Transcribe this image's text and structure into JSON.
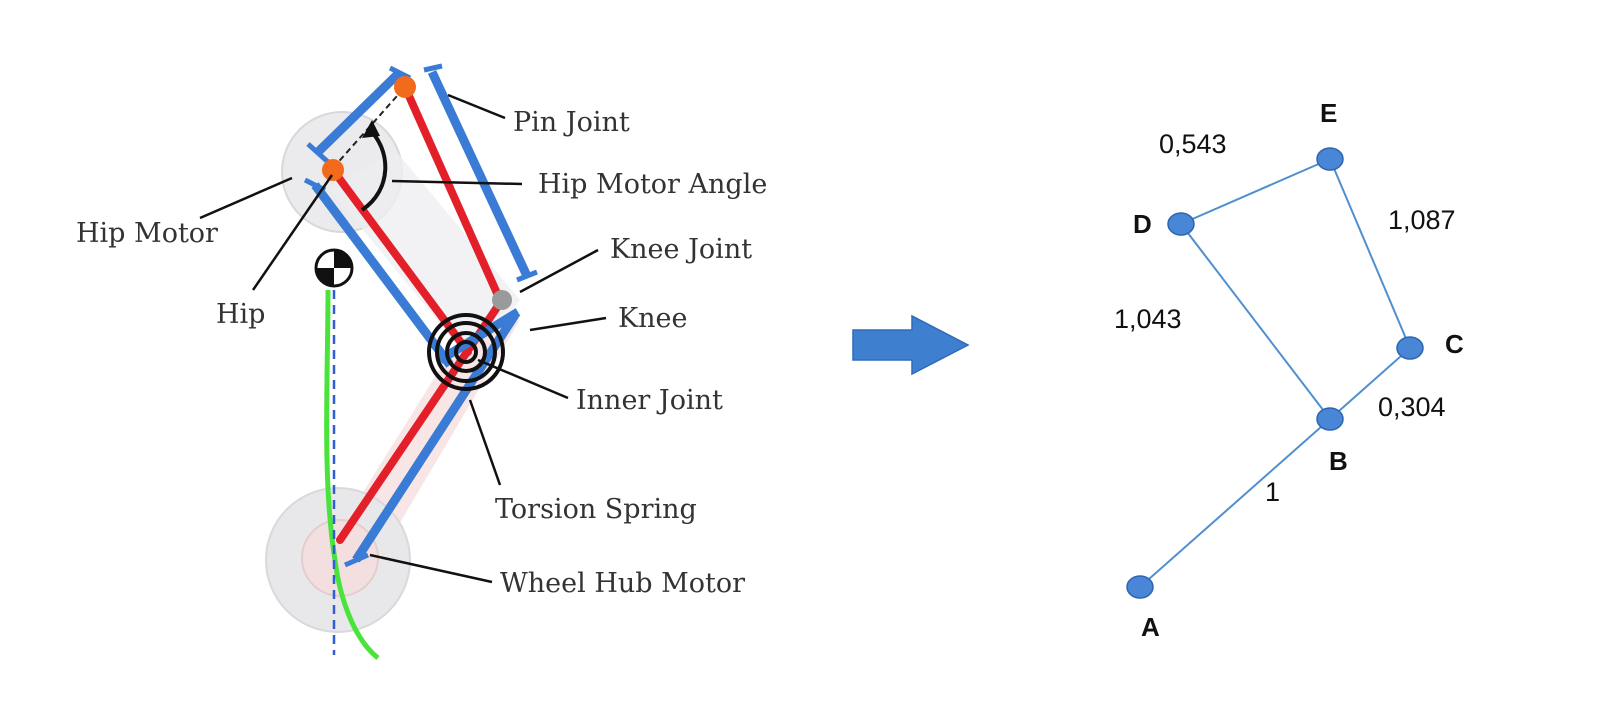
{
  "colors": {
    "blue_link": "#3a7bd5",
    "red_link": "#e3202a",
    "green_path": "#49e33b",
    "orange_joint": "#f26a1b",
    "graph_edge": "#4f8fd0",
    "graph_node": "#4a86d6",
    "arrow": "#3f7fd0"
  },
  "left_diagram": {
    "labels": {
      "pin_joint": "Pin Joint",
      "hip_motor_angle": "Hip Motor Angle",
      "hip_motor": "Hip Motor",
      "knee_joint": "Knee Joint",
      "hip": "Hip",
      "knee": "Knee",
      "inner_joint": "Inner Joint",
      "torsion_spring": "Torsion Spring",
      "wheel_hub_motor": "Wheel Hub Motor"
    },
    "icons": [
      "center-of-mass-icon",
      "torsion-spring-icon",
      "motor-angle-arrow-icon"
    ]
  },
  "transform_arrow": "right-arrow-icon",
  "right_graph": {
    "nodes": [
      {
        "id": "A",
        "label": "A"
      },
      {
        "id": "B",
        "label": "B"
      },
      {
        "id": "C",
        "label": "C"
      },
      {
        "id": "D",
        "label": "D"
      },
      {
        "id": "E",
        "label": "E"
      }
    ],
    "edges": [
      {
        "from": "A",
        "to": "B",
        "label": "1"
      },
      {
        "from": "B",
        "to": "C",
        "label": "0,304"
      },
      {
        "from": "B",
        "to": "D",
        "label": "1,043"
      },
      {
        "from": "D",
        "to": "E",
        "label": "0,543"
      },
      {
        "from": "E",
        "to": "C",
        "label": "1,087"
      }
    ]
  }
}
